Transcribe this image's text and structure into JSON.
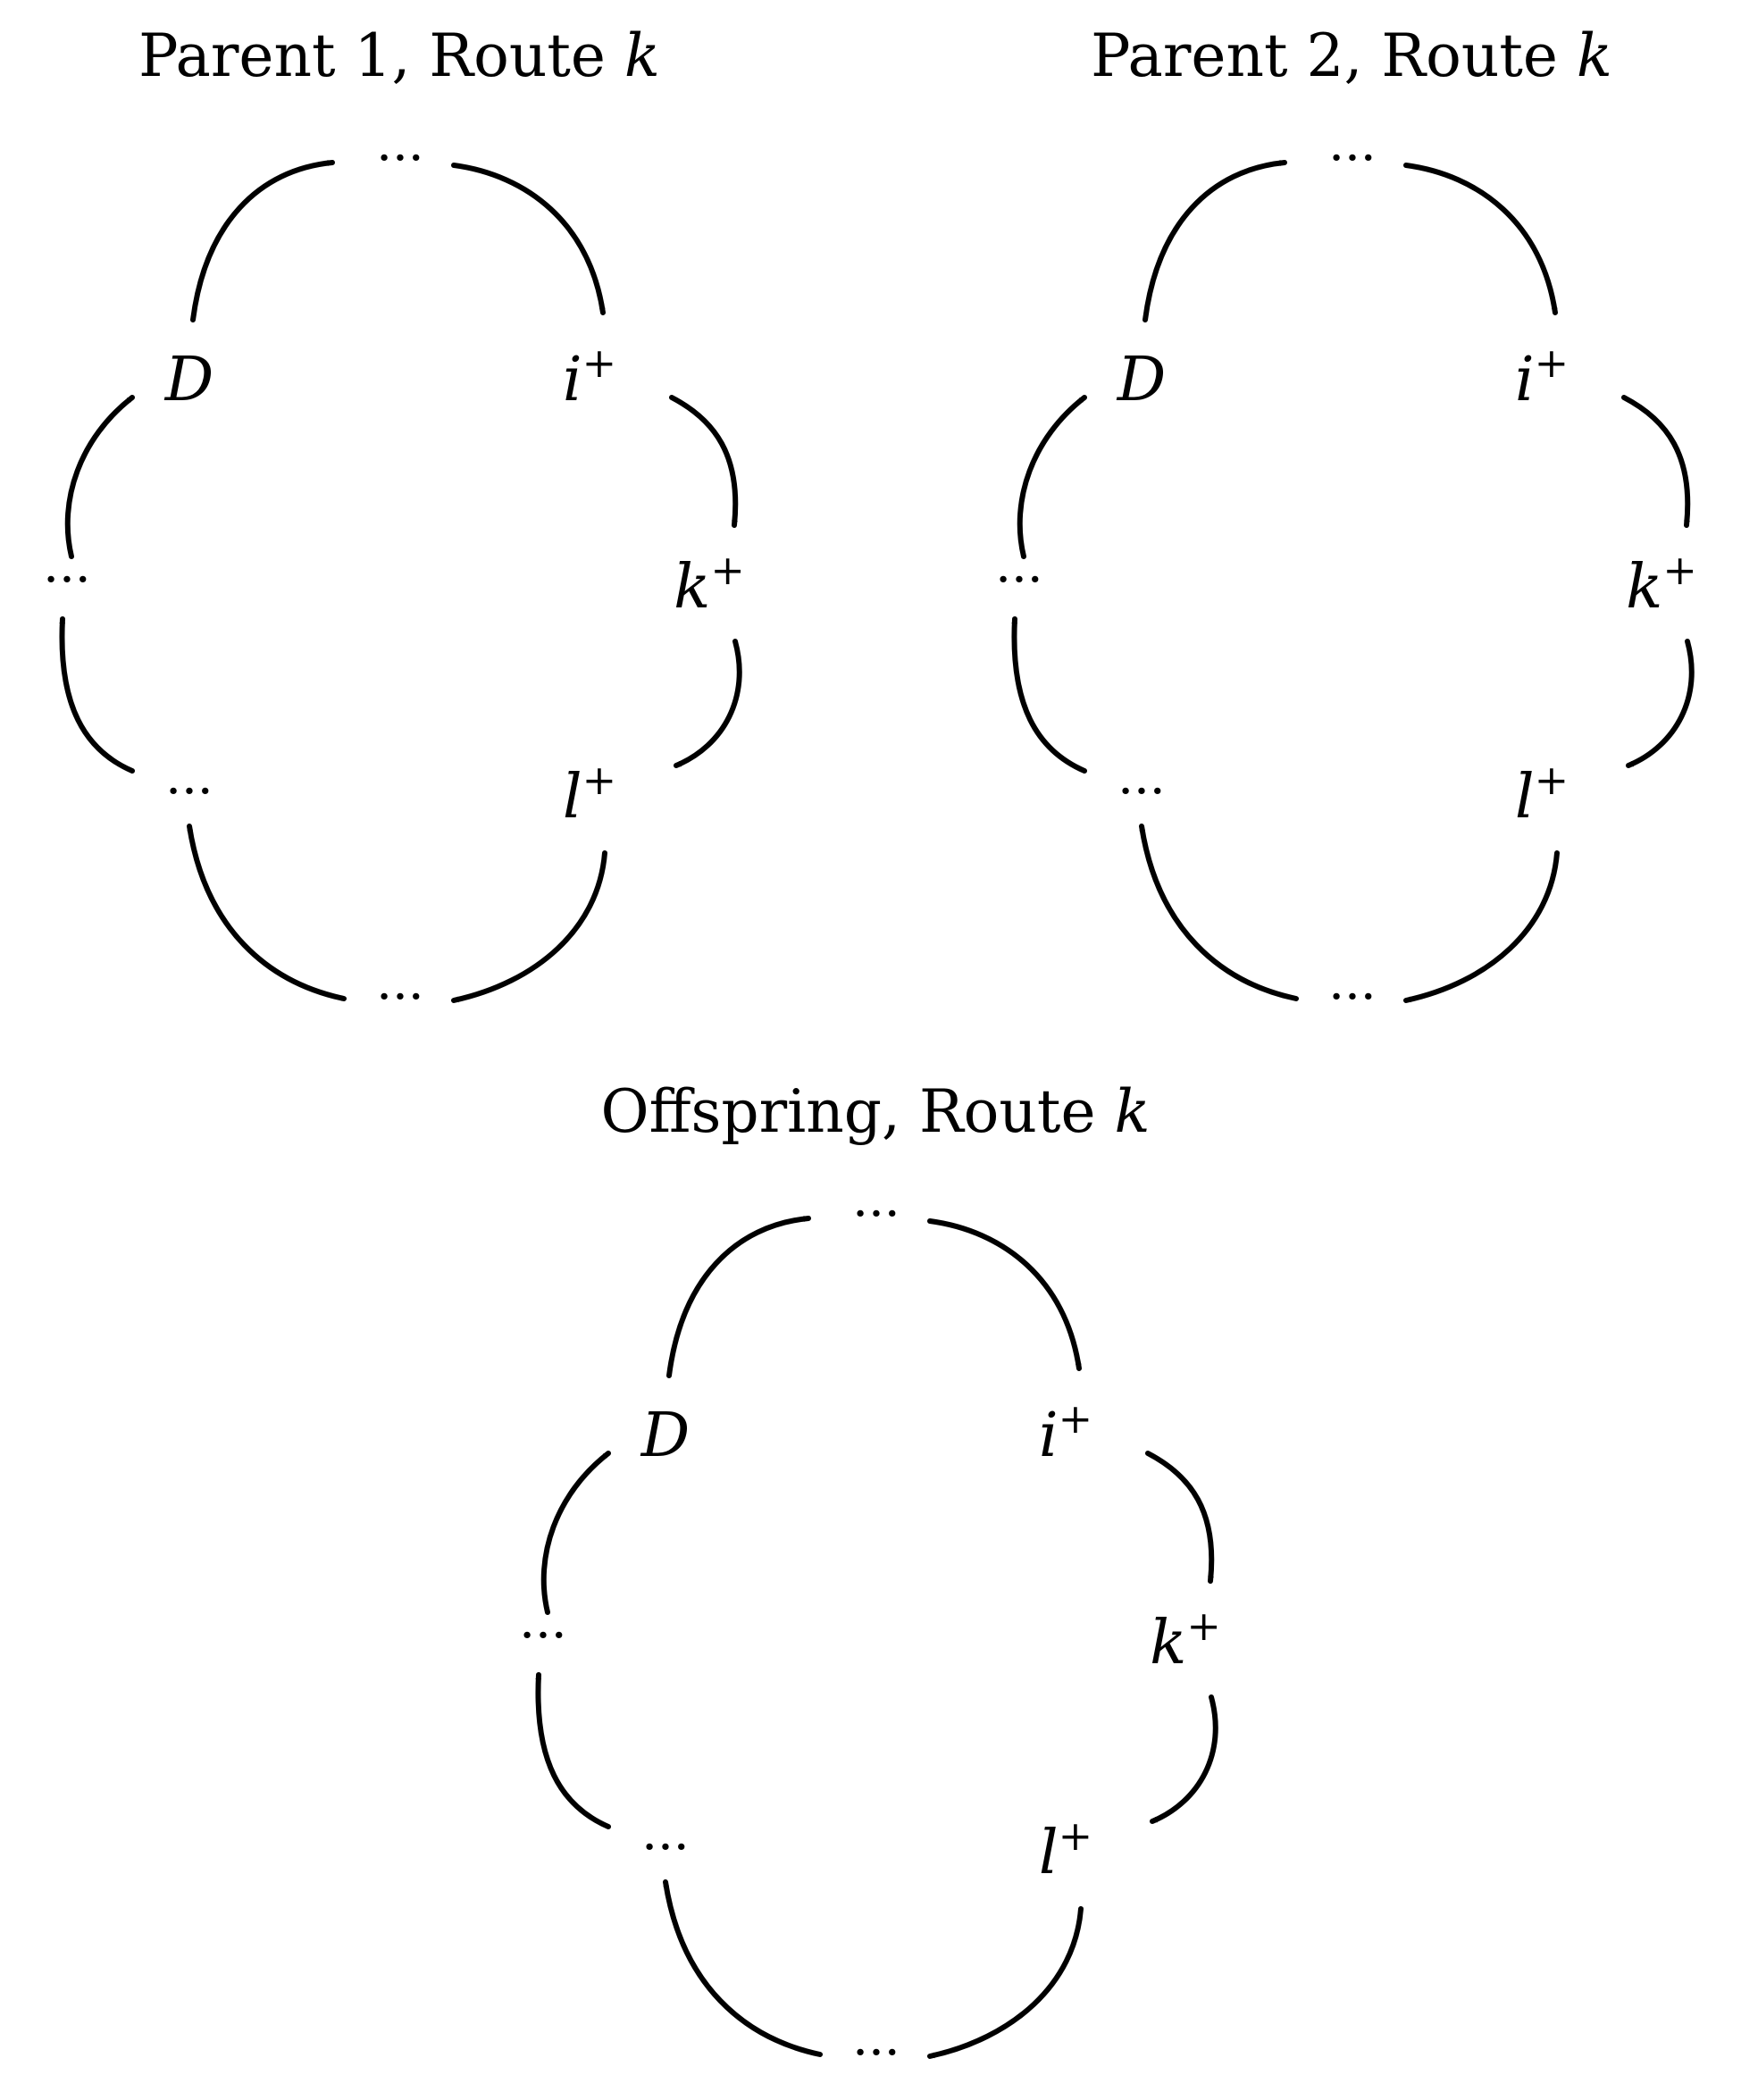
{
  "panels": [
    {
      "title": {
        "prefix": "Parent 1, Route ",
        "var": "k"
      },
      "nodes": {
        "top": "···",
        "d": "D",
        "i": "i",
        "k": "k",
        "l": "l",
        "left": "···",
        "lower_left": "···",
        "bottom": "···",
        "sup": "+"
      }
    },
    {
      "title": {
        "prefix": "Parent 2, Route ",
        "var": "k"
      },
      "nodes": {
        "top": "···",
        "d": "D",
        "i": "i",
        "k": "k",
        "l": "l",
        "left": "···",
        "lower_left": "···",
        "bottom": "···",
        "sup": "+"
      }
    },
    {
      "title": {
        "prefix": "Offspring, Route ",
        "var": "k"
      },
      "nodes": {
        "top": "···",
        "d": "D",
        "i": "i",
        "k": "k",
        "l": "l",
        "left": "···",
        "lower_left": "···",
        "bottom": "···",
        "sup": "+"
      }
    }
  ]
}
